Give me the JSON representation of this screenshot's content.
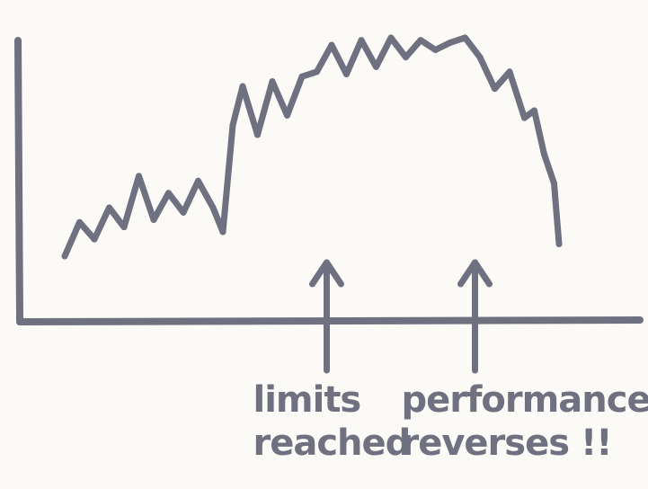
{
  "chart_data": {
    "type": "line",
    "title": "",
    "xlabel": "",
    "ylabel": "",
    "grid": false,
    "ink_color": "#6f7080",
    "series": [
      {
        "x": [
          0,
          3,
          6,
          9,
          12,
          15,
          18,
          21,
          24,
          27,
          30,
          32,
          34,
          36,
          39,
          42,
          45,
          48,
          51,
          54,
          57,
          60,
          63,
          66,
          69,
          72,
          75,
          78,
          81,
          84,
          87,
          90,
          93,
          95,
          97,
          99,
          100
        ],
        "y": [
          10,
          24,
          17,
          30,
          22,
          43,
          25,
          36,
          28,
          41,
          30,
          20,
          64,
          80,
          60,
          82,
          68,
          84,
          86,
          97,
          85,
          99,
          88,
          100,
          92,
          99,
          95,
          98,
          100,
          92,
          79,
          86,
          67,
          70,
          52,
          40,
          15
        ]
      }
    ],
    "annotations": [
      {
        "x": 53,
        "lines": [
          "limits",
          "reached"
        ]
      },
      {
        "x": 83,
        "lines": [
          "performance",
          "reverses !!"
        ]
      }
    ]
  }
}
